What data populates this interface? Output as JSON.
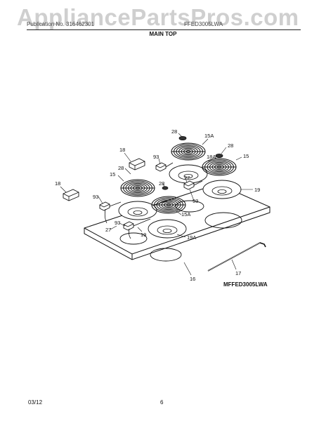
{
  "watermark": "AppliancePartsPros.com",
  "header": {
    "left_text": "Publication No. 316462301",
    "right_text": "FFED3005LWA",
    "section_title": "MAIN TOP"
  },
  "model_code": "MFFED3005LWA",
  "footer": {
    "date": "03/12",
    "page": "6"
  },
  "callouts": {
    "c28a": "28",
    "c15Aa": "15A",
    "c28b": "28",
    "c18a": "18",
    "c93a": "93",
    "c18Ab": "18A",
    "c15a": "15",
    "c28c": "28",
    "c15b": "15",
    "c27a": "27",
    "c19a": "19",
    "c28d": "28",
    "c18b": "18",
    "c93b": "93",
    "c93c": "93",
    "c15Ac": "15A",
    "c27b": "27",
    "c93d": "93",
    "c19b": "19",
    "c19Ab": "19A",
    "c17": "17",
    "c16": "16"
  }
}
